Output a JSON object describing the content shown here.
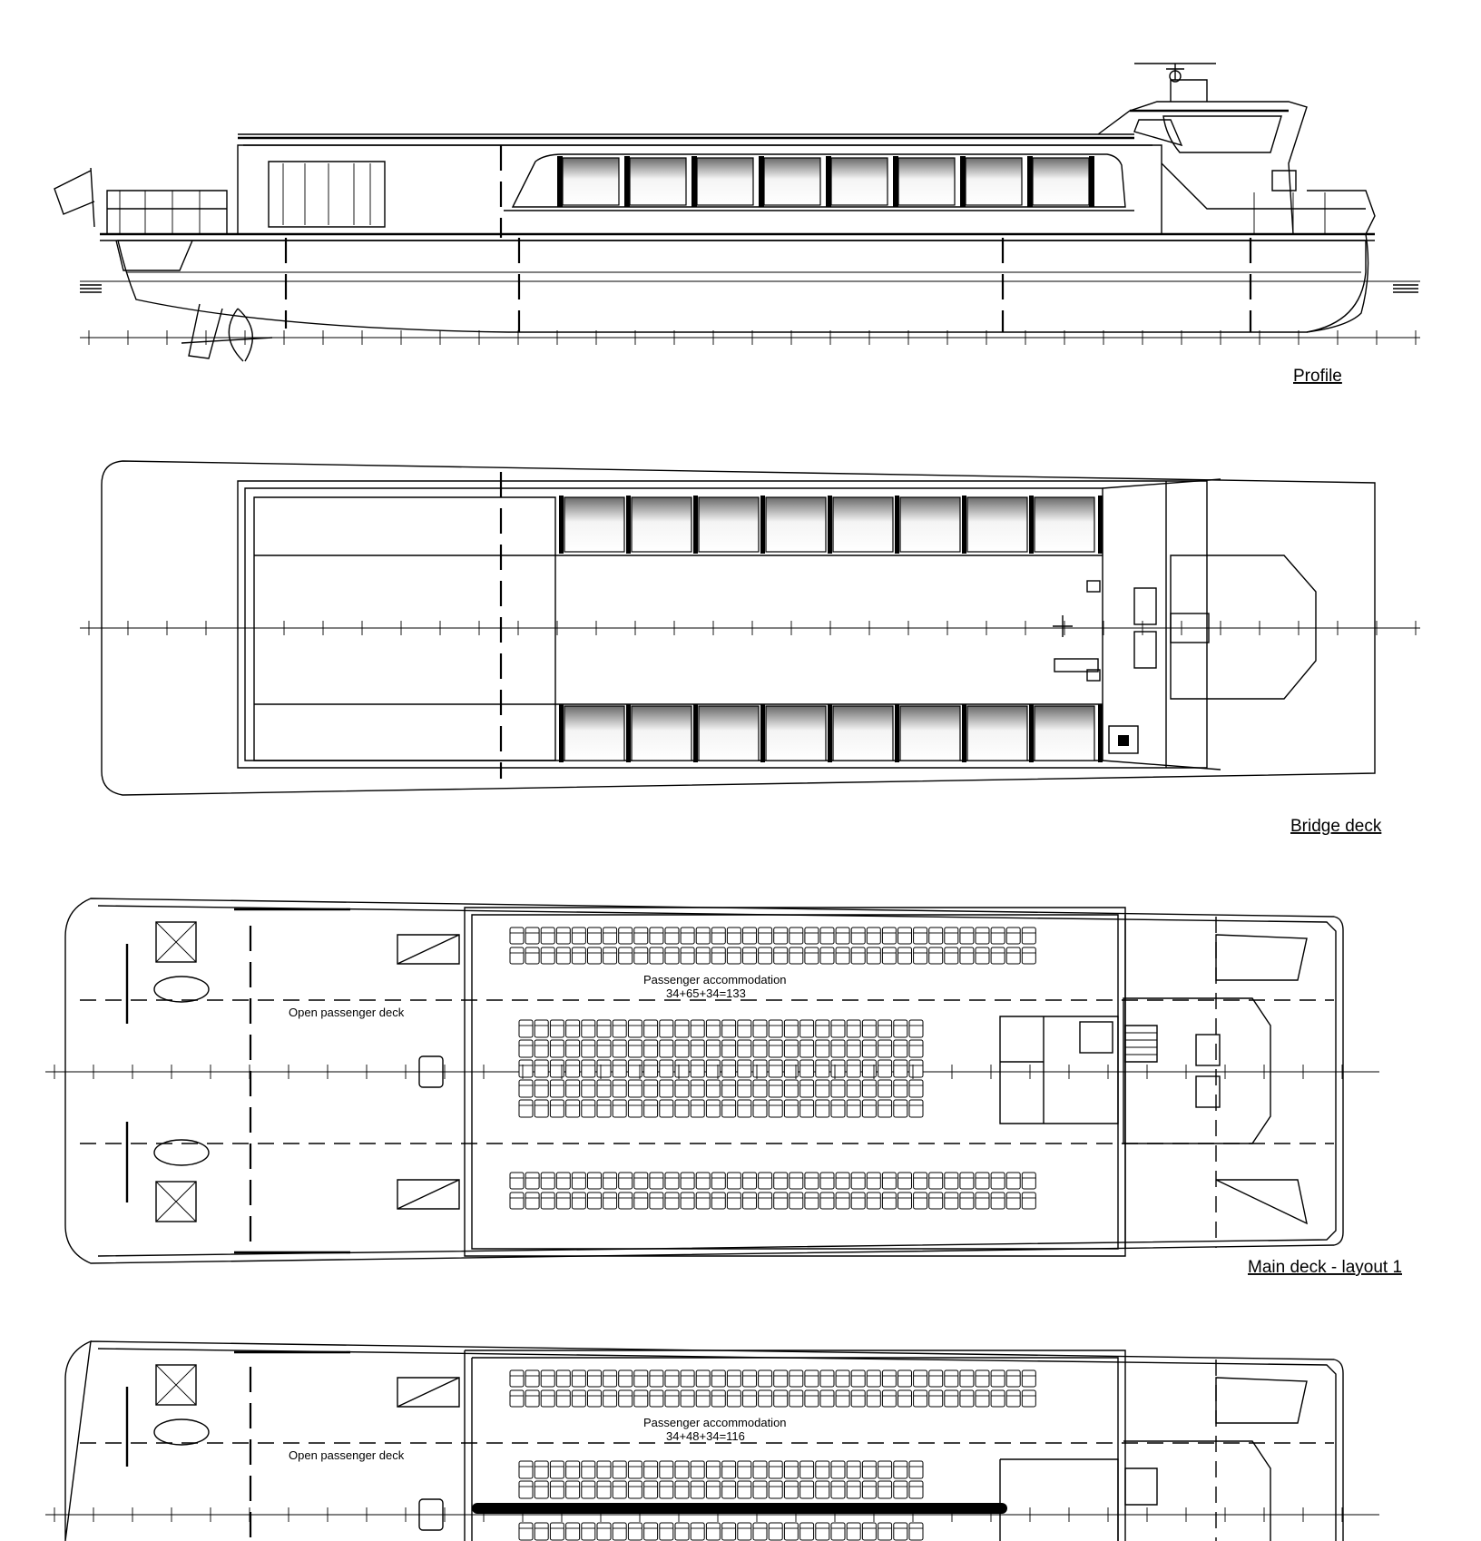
{
  "views": {
    "profile": {
      "label": "Profile"
    },
    "bridge_deck": {
      "label": "Bridge deck"
    },
    "main_deck_1": {
      "label": "Main deck - layout 1",
      "open_deck": "Open passenger deck",
      "accommodation": "Passenger accommodation",
      "capacity": "34+65+34=133"
    },
    "main_deck_2": {
      "open_deck": "Open passenger deck",
      "accommodation": "Passenger accommodation",
      "capacity": "34+48+34=116"
    }
  }
}
